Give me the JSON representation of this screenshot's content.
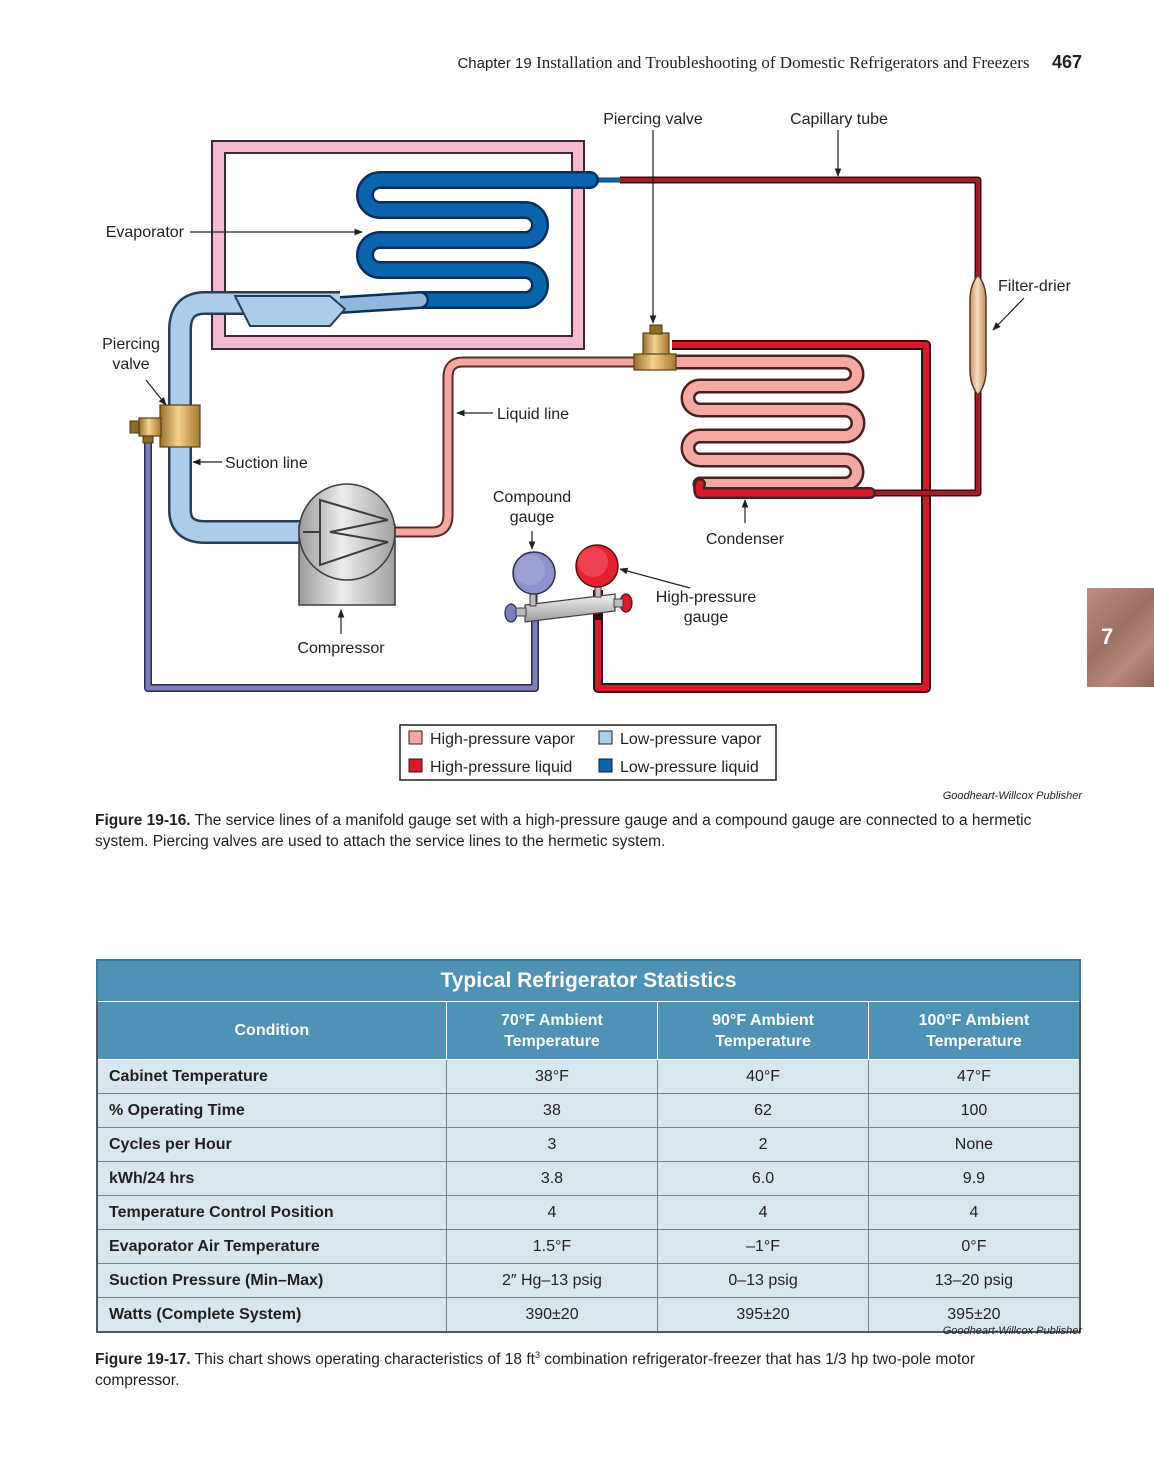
{
  "header": {
    "chapter": "Chapter 19",
    "title": "Installation and Troubleshooting of Domestic Refrigerators and Freezers",
    "page_number": "467"
  },
  "side_tab": {
    "label": "7"
  },
  "figure1": {
    "labels": {
      "piercing_valve_top": "Piercing valve",
      "capillary_tube": "Capillary tube",
      "evaporator": "Evaporator",
      "filter_drier": "Filter-drier",
      "piercing_valve_left_1": "Piercing",
      "piercing_valve_left_2": "valve",
      "liquid_line": "Liquid line",
      "suction_line": "Suction line",
      "compound_gauge_1": "Compound",
      "compound_gauge_2": "gauge",
      "condenser": "Condenser",
      "high_pressure_gauge_1": "High-pressure",
      "high_pressure_gauge_2": "gauge",
      "compressor": "Compressor"
    },
    "legend": [
      {
        "label": "High-pressure vapor",
        "color": "#f4a9a0"
      },
      {
        "label": "Low-pressure vapor",
        "color": "#a9cdea"
      },
      {
        "label": "High-pressure liquid",
        "color": "#d7192b"
      },
      {
        "label": "Low-pressure liquid",
        "color": "#0a64ad"
      }
    ],
    "credit": "Goodheart-Willcox Publisher",
    "caption_label": "Figure 19-16.",
    "caption_text": "The service lines of a manifold gauge set with a high-pressure gauge and a compound gauge are connected to a hermetic system. Piercing valves are used to attach the service lines to the hermetic system."
  },
  "table": {
    "title": "Typical Refrigerator Statistics",
    "columns": [
      "Condition",
      "70°F Ambient Temperature",
      "90°F Ambient Temperature",
      "100°F Ambient Temperature"
    ],
    "column_lines": [
      [
        "Condition"
      ],
      [
        "70°F Ambient",
        "Temperature"
      ],
      [
        "90°F Ambient",
        "Temperature"
      ],
      [
        "100°F Ambient",
        "Temperature"
      ]
    ],
    "rows": [
      [
        "Cabinet Temperature",
        "38°F",
        "40°F",
        "47°F"
      ],
      [
        "% Operating Time",
        "38",
        "62",
        "100"
      ],
      [
        "Cycles per Hour",
        "3",
        "2",
        "None"
      ],
      [
        "kWh/24 hrs",
        "3.8",
        "6.0",
        "9.9"
      ],
      [
        "Temperature Control Position",
        "4",
        "4",
        "4"
      ],
      [
        "Evaporator Air Temperature",
        "1.5°F",
        "–1°F",
        "0°F"
      ],
      [
        "Suction Pressure (Min–Max)",
        "2″ Hg–13 psig",
        "0–13 psig",
        "13–20 psig"
      ],
      [
        "Watts (Complete System)",
        "390±20",
        "395±20",
        "395±20"
      ]
    ]
  },
  "figure2": {
    "credit": "Goodheart-Willcox Publisher",
    "caption_label": "Figure 19-17.",
    "caption_text_before": "This chart shows operating characteristics of 18 ft",
    "caption_superscript": "3",
    "caption_text_after": " combination refrigerator-freezer that has 1/3 hp two-pole motor compressor."
  }
}
